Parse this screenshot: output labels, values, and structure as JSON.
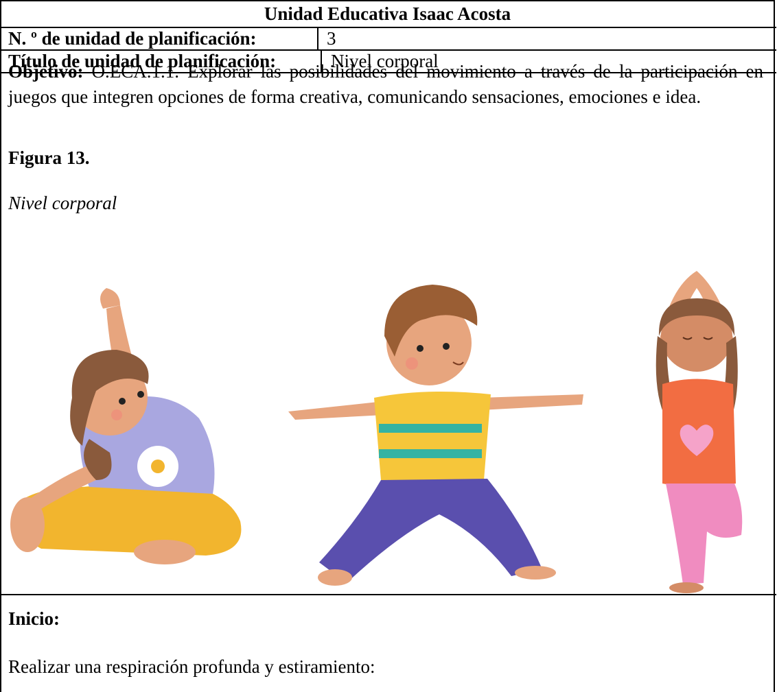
{
  "header": {
    "school": "Unidad Educativa Isaac Acosta",
    "unit_number_label": "N. º de unidad de planificación:",
    "unit_number_value": "3",
    "unit_title_label": "Título de unidad de planificación:",
    "unit_title_value": "Nivel corporal"
  },
  "objective": {
    "label": "Objetivo:",
    "text": "O.ECA.1.1. Explorar las posibilidades del movimiento a través de la participación en juegos que integren opciones de forma creativa, comunicando sensaciones, emociones e idea."
  },
  "figure": {
    "label": "Figura 13.",
    "caption": "Nivel corporal",
    "icons": [
      "girl-side-stretch-icon",
      "boy-warrior-pose-icon",
      "girl-tree-pose-icon"
    ],
    "colors": {
      "skin": "#e7a57e",
      "hair_girl": "#8a5a3c",
      "hair_boy": "#9a5e34",
      "shirt_lilac": "#a9a7e0",
      "pants_yellow": "#f2b52e",
      "shirt_yellow": "#f6c63a",
      "stripe_teal": "#35b3a3",
      "pants_purple": "#5a4fae",
      "shirt_orange": "#f26d42",
      "pants_pink": "#f08cc0",
      "heart_pink": "#f5a3c9"
    }
  },
  "section": {
    "start_label": "Inicio:",
    "start_text": "Realizar una respiración profunda y estiramiento:"
  }
}
